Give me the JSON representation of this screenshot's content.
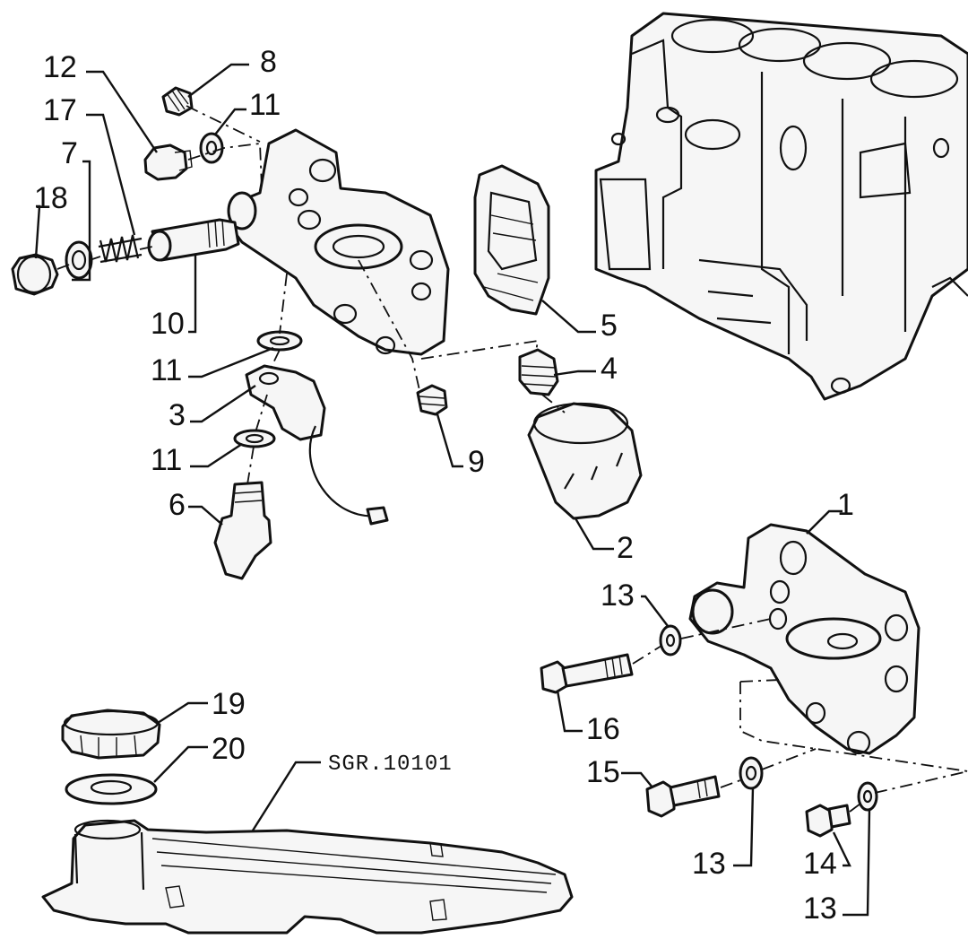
{
  "diagram": {
    "reference_code": "SGR.10101",
    "callouts": {
      "c1": "1",
      "c2": "2",
      "c3": "3",
      "c4": "4",
      "c5": "5",
      "c6": "6",
      "c7": "7",
      "c8": "8",
      "c9": "9",
      "c10": "10",
      "c11a": "11",
      "c11b": "11",
      "c11c": "11",
      "c12": "12",
      "c13a": "13",
      "c13b": "13",
      "c13c": "13",
      "c14": "14",
      "c15": "15",
      "c16": "16",
      "c17": "17",
      "c18": "18",
      "c19": "19",
      "c20": "20"
    }
  }
}
